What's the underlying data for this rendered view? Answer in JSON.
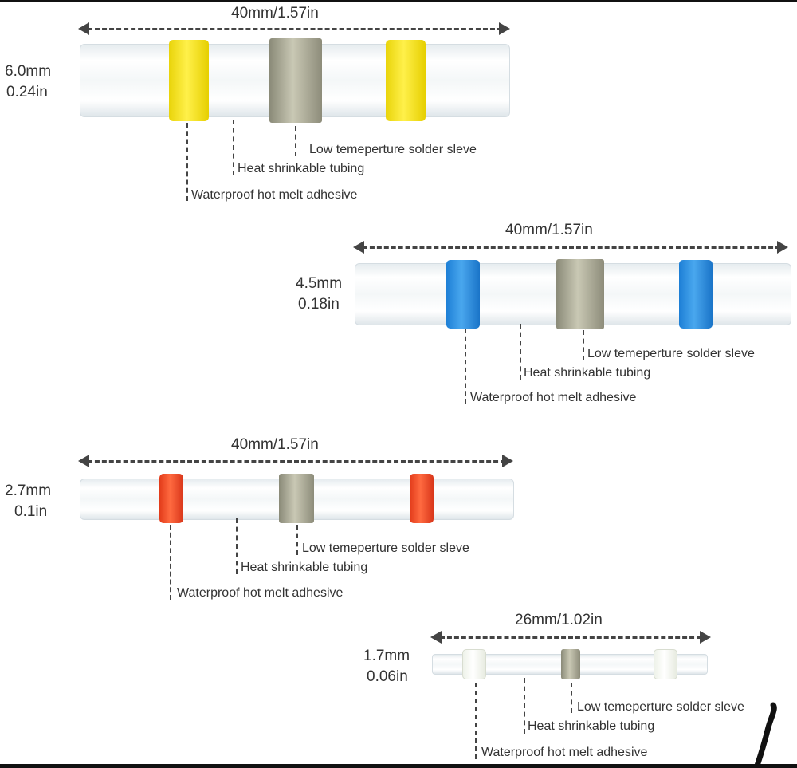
{
  "connectors": [
    {
      "length_label": "40mm/1.57in",
      "diameter_mm": "6.0mm",
      "diameter_in": "0.24in",
      "adhesive_color": "#f1de1a",
      "callouts": {
        "solder": "Low temeperture solder sleve",
        "tubing": "Heat shrinkable tubing",
        "adhesive": "Waterproof hot melt adhesive"
      }
    },
    {
      "length_label": "40mm/1.57in",
      "diameter_mm": "4.5mm",
      "diameter_in": "0.18in",
      "adhesive_color": "#2f8fe0",
      "callouts": {
        "solder": "Low temeperture solder sleve",
        "tubing": "Heat shrinkable tubing",
        "adhesive": "Waterproof hot melt adhesive"
      }
    },
    {
      "length_label": "40mm/1.57in",
      "diameter_mm": "2.7mm",
      "diameter_in": "0.1in",
      "adhesive_color": "#ef4a26",
      "callouts": {
        "solder": "Low temeperture solder sleve",
        "tubing": "Heat shrinkable tubing",
        "adhesive": "Waterproof hot melt adhesive"
      }
    },
    {
      "length_label": "26mm/1.02in",
      "diameter_mm": "1.7mm",
      "diameter_in": "0.06in",
      "adhesive_color": "#f4f6ee",
      "callouts": {
        "solder": "Low temeperture solder sleve",
        "tubing": "Heat shrinkable tubing",
        "adhesive": "Waterproof hot melt adhesive"
      }
    }
  ]
}
